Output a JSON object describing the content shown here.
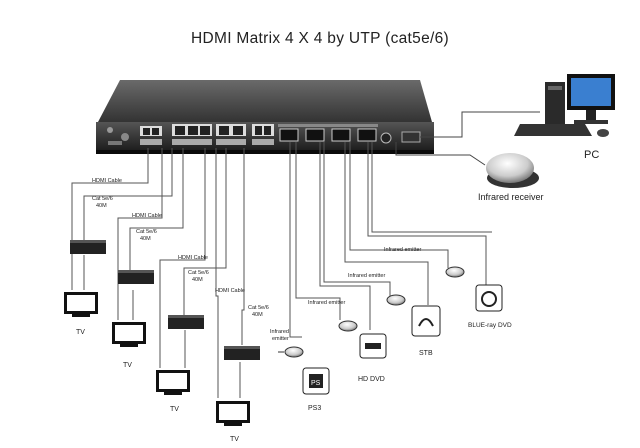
{
  "title": "HDMI Matrix 4 X 4  by UTP (cat5e/6)",
  "labels": {
    "pc": "PC",
    "ir_receiver": "Infrared receiver",
    "hdmi_cable": "HDMI Cable",
    "cat_line1": "Cat 5e/6",
    "cat_line2": "40M",
    "tv": "TV",
    "ir_emitter": "Infrared emitter",
    "ir_emitter_multiline": [
      "Infrared",
      "emitter"
    ],
    "sources": [
      "PS3",
      "HD DVD",
      "STB",
      "BLUE-ray DVD"
    ]
  }
}
